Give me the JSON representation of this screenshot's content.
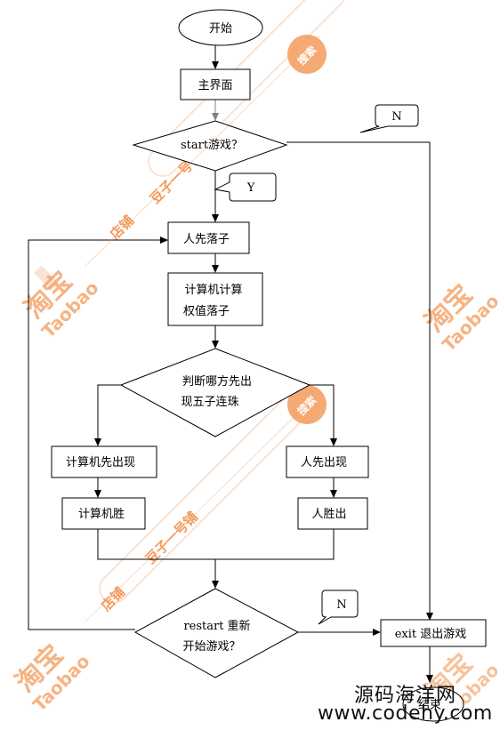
{
  "nodes": {
    "start": "开始",
    "main_screen": "主界面",
    "start_game_q": "start游戏？",
    "human_move": "人先落子",
    "cpu_move_line1": "计算机计算",
    "cpu_move_line2": "权值落子",
    "judge_line1": "判断哪方先出",
    "judge_line2": "现五子连珠",
    "cpu_first": "计算机先出现",
    "human_first": "人先出现",
    "cpu_wins": "计算机胜",
    "human_wins": "人胜出",
    "restart_line1": "restart  重新",
    "restart_line2": "开始游戏？",
    "exit_box": "exit 退出游戏",
    "end": "结束"
  },
  "callouts": {
    "no_top": "N",
    "yes": "Y",
    "no_bottom": "N"
  },
  "watermark": {
    "taobao_cn": "淘宝",
    "taobao_en": "Taobao",
    "shop": "店铺",
    "shop_name": "豆子一号铺",
    "search": "搜索"
  },
  "site": {
    "name": "源码海洋网",
    "url": "www.codehy.com"
  },
  "colors": {
    "line": "#000000",
    "arrow_gray": "#7f7f7f",
    "watermark_orange": "#f39a5b",
    "watermark_pale": "#fbe3d3"
  }
}
